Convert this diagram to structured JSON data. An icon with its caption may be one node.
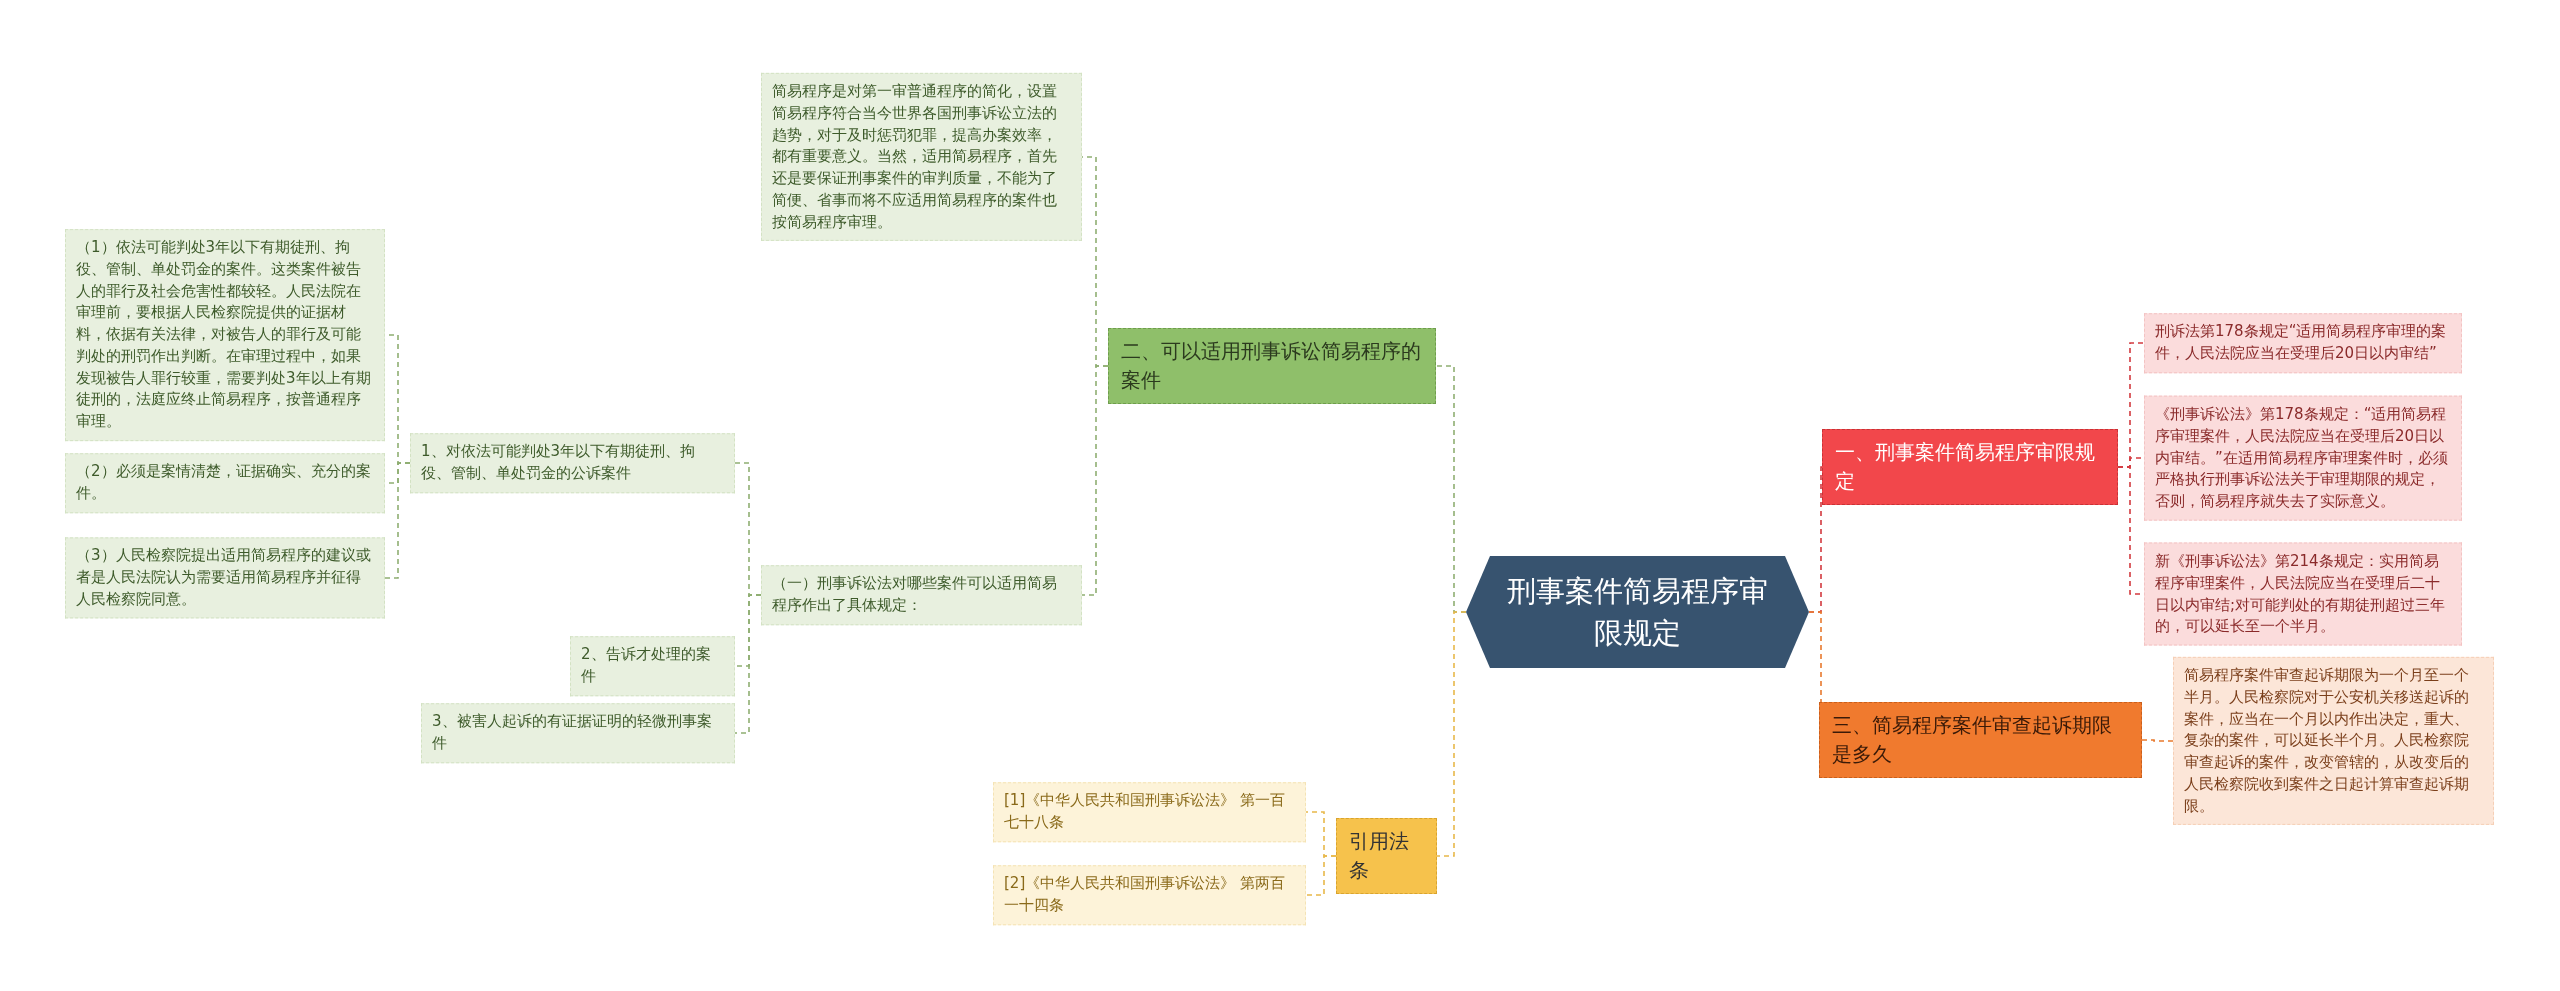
{
  "diagram": {
    "nodes": [
      {
        "text": [
          "刑事案件简易程序审限规定"
        ]
      },
      {
        "text": [
          "一、刑事案件简易程序审限规定"
        ]
      },
      {
        "text": [
          "刑诉法第178条规定“适用简易程序审理的案件，人民法院应当在受理后20日以内审结”"
        ]
      },
      {
        "text": [
          "《刑事诉讼法》第178条规定：“适用简易程序审理案件，人民法院应当在受理后20日以内审结。”在适用简易程序审理案件时，必须严格执行刑事诉讼法关于审理期限的规定，否则，简易程序就失去了实际意义。"
        ]
      },
      {
        "text": [
          "新《刑事诉讼法》第214条规定：实用简易程序审理案件，人民法院应当在受理后二十日以内审结;对可能判处的有期徒刑超过三年的，可以延长至一个半月。"
        ]
      },
      {
        "text": [
          "三、简易程序案件审查起诉期限是多久"
        ]
      },
      {
        "text": [
          "简易程序案件审查起诉期限为一个月至一个半月。人民检察院对于公安机关移送起诉的案件，应当在一个月以内作出决定，重大、复杂的案件，可以延长半个月。人民检察院审查起诉的案件，改变管辖的，从改变后的人民检察院收到案件之日起计算审查起诉期限。"
        ]
      },
      {
        "text": [
          "二、可以适用刑事诉讼简易程序的案件"
        ]
      },
      {
        "text": [
          "简易程序是对第一审普通程序的简化，设置简易程序符合当今世界各国刑事诉讼立法的趋势，对于及时惩罚犯罪，提高办案效率，都有重要意义。当然，适用简易程序，首先还是要保证刑事案件的审判质量，不能为了简便、省事而将不应适用简易程序的案件也按简易程序审理。"
        ]
      },
      {
        "text": [
          "（一）刑事诉讼法对哪些案件可以适用简易程序作出了具体规定："
        ]
      },
      {
        "text": [
          "1、对依法可能判处3年以下有期徒刑、拘役、管制、单处罚金的公诉案件"
        ]
      },
      {
        "text": [
          "（1）依法可能判处3年以下有期徒刑、拘役、管制、单处罚金的案件。这类案件被告人的罪行及社会危害性都较轻。人民法院在审理前，要根据人民检察院提供的证据材料，依据有关法律，对被告人的罪行及可能判处的刑罚作出判断。在审理过程中，如果发现被告人罪行较重，需要判处3年以上有期徒刑的，法庭应终止简易程序，按普通程序审理。"
        ]
      },
      {
        "text": [
          "（2）必须是案情清楚，证据确实、充分的案件。"
        ]
      },
      {
        "text": [
          "（3）人民检察院提出适用简易程序的建议或者是人民法院认为需要适用简易程序并征得人民检察院同意。"
        ]
      },
      {
        "text": [
          "2、告诉才处理的案件"
        ]
      },
      {
        "text": [
          "3、被害人起诉的有证据证明的轻微刑事案件"
        ]
      },
      {
        "text": [
          "引用法条"
        ]
      },
      {
        "text": [
          "[1]《中华人民共和国刑事诉讼法》 第一百七十八条"
        ]
      },
      {
        "text": [
          "[2]《中华人民共和国刑事诉讼法》 第两百一十四条"
        ]
      }
    ],
    "edges": [
      {
        "from": 0,
        "to": 1,
        "arrow": "none",
        "color": "#d33a3f"
      },
      {
        "from": 1,
        "to": 2,
        "arrow": "none",
        "color": "#d33a3f"
      },
      {
        "from": 1,
        "to": 3,
        "arrow": "none",
        "color": "#d33a3f"
      },
      {
        "from": 1,
        "to": 4,
        "arrow": "none",
        "color": "#d33a3f"
      },
      {
        "from": 0,
        "to": 5,
        "arrow": "none",
        "color": "#e8792e"
      },
      {
        "from": 5,
        "to": 6,
        "arrow": "none",
        "color": "#e8792e"
      },
      {
        "from": 0,
        "to": 7,
        "arrow": "none"
      },
      {
        "from": 7,
        "to": 8,
        "arrow": "none"
      },
      {
        "from": 7,
        "to": 9,
        "arrow": "none"
      },
      {
        "from": 9,
        "to": 10,
        "arrow": "none"
      },
      {
        "from": 10,
        "to": 11,
        "arrow": "none"
      },
      {
        "from": 10,
        "to": 12,
        "arrow": "none"
      },
      {
        "from": 10,
        "to": 13,
        "arrow": "none"
      },
      {
        "from": 9,
        "to": 14,
        "arrow": "none"
      },
      {
        "from": 9,
        "to": 15,
        "arrow": "none"
      },
      {
        "from": 0,
        "to": 16,
        "arrow": "none",
        "color": "#e8b84a"
      },
      {
        "from": 16,
        "to": 17,
        "arrow": "none",
        "color": "#e8b84a"
      },
      {
        "from": 16,
        "to": 18,
        "arrow": "none",
        "color": "#e8b84a"
      }
    ]
  }
}
